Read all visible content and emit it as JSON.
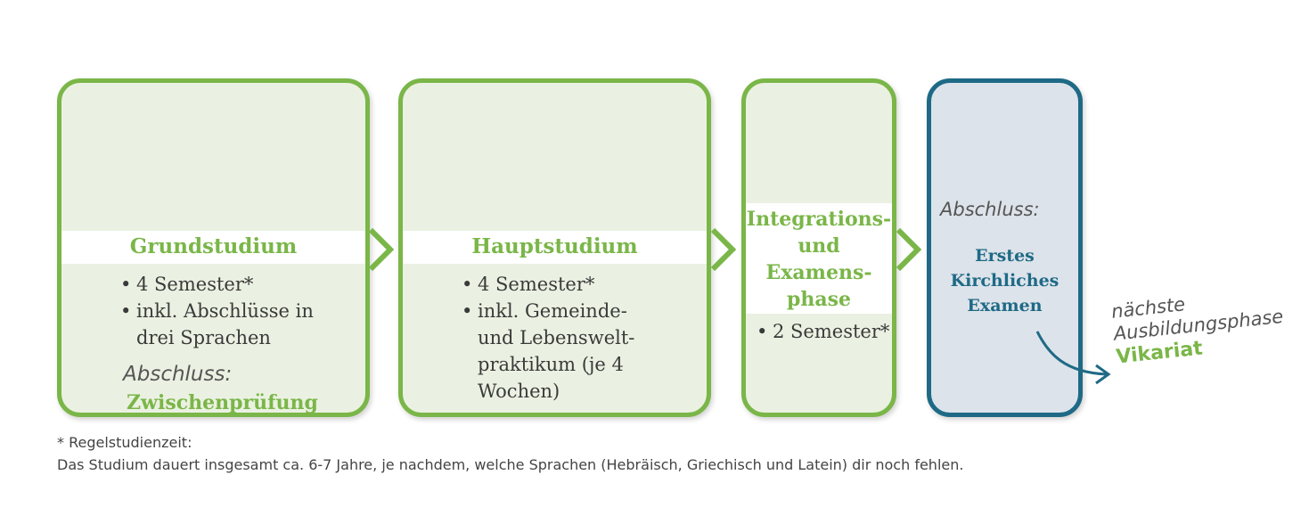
{
  "phases": [
    {
      "title": "Grundstudium",
      "bullets": [
        "4 Semester*",
        "inkl. Abschlüsse in drei Sprachen"
      ],
      "abschluss_label": "Abschluss:",
      "abschluss_value": "Zwischenprüfung"
    },
    {
      "title": "Hauptstudium",
      "bullets": [
        "4 Semester*",
        "inkl. Gemeinde- und Lebenswelt- praktikum (je 4 Wochen)"
      ]
    },
    {
      "title_lines": [
        "Integrations-",
        "und",
        "Examens-",
        "phase"
      ],
      "bullets": [
        "2 Semester*"
      ]
    },
    {
      "abschluss_label": "Abschluss:",
      "title_lines": [
        "Erstes",
        "Kirchliches",
        "Examen"
      ]
    }
  ],
  "next": {
    "line1": "nächste",
    "line2": "Ausbildungsphase",
    "value": "Vikariat"
  },
  "footnote": {
    "line1": "* Regelstudienzeit:",
    "line2": "Das Studium dauert insgesamt ca. 6-7 Jahre, je nachdem, welche Sprachen (Hebräisch, Griechisch und Latein) dir noch fehlen."
  },
  "colors": {
    "green": "#7ab648",
    "teal": "#1e6a86",
    "box_fill": "#ebf1e2",
    "final_fill": "#dde3ea"
  }
}
